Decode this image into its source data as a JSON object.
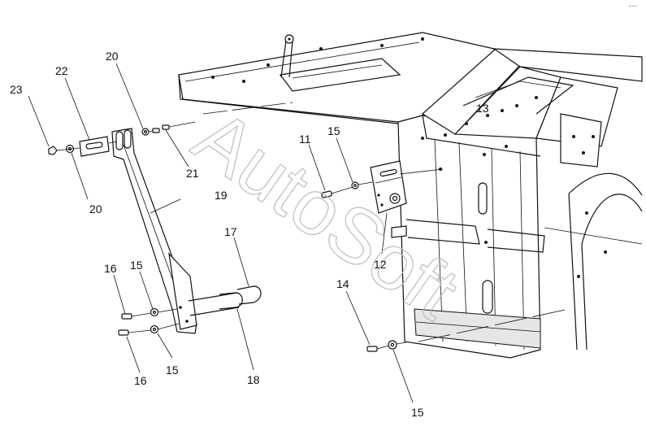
{
  "corner_mark": "⌐—",
  "watermark": "AutoSoft",
  "callouts": [
    {
      "id": "c23a",
      "text": "23"
    },
    {
      "id": "c22",
      "text": "22"
    },
    {
      "id": "c20a",
      "text": "20"
    },
    {
      "id": "c20b",
      "text": "20"
    },
    {
      "id": "c21",
      "text": "21"
    },
    {
      "id": "c19",
      "text": "19"
    },
    {
      "id": "c17",
      "text": "17"
    },
    {
      "id": "c16a",
      "text": "16"
    },
    {
      "id": "c15a",
      "text": "15"
    },
    {
      "id": "c15b",
      "text": "15"
    },
    {
      "id": "c16b",
      "text": "16"
    },
    {
      "id": "c18",
      "text": "18"
    },
    {
      "id": "c11",
      "text": "11"
    },
    {
      "id": "c15c",
      "text": "15"
    },
    {
      "id": "c12",
      "text": "12"
    },
    {
      "id": "c13",
      "text": "13"
    },
    {
      "id": "c14",
      "text": "14"
    },
    {
      "id": "c15d",
      "text": "15"
    }
  ]
}
